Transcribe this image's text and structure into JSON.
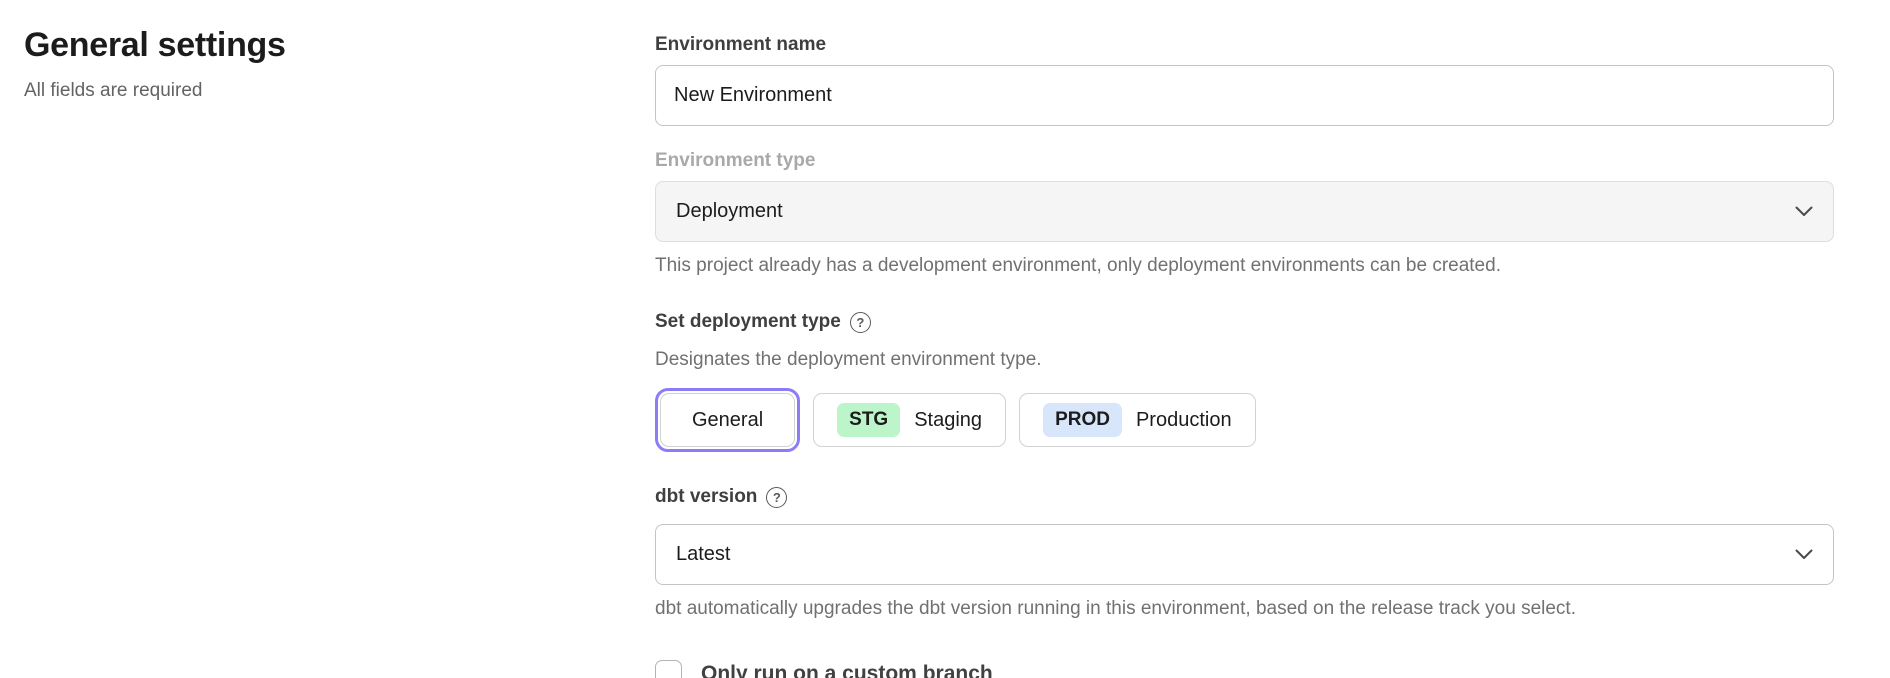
{
  "page": {
    "title": "General settings",
    "subtitle": "All fields are required"
  },
  "icons": {
    "help": "?"
  },
  "form": {
    "environment_name": {
      "label": "Environment name",
      "value": "New Environment"
    },
    "environment_type": {
      "label": "Environment type",
      "value": "Deployment",
      "disabled": true,
      "helper": "This project already has a development environment, only deployment environments can be created."
    },
    "deployment_type": {
      "label": "Set deployment type",
      "helper": "Designates the deployment environment type.",
      "options": [
        {
          "label": "General",
          "badge": "",
          "selected": true
        },
        {
          "label": "Staging",
          "badge": "STG",
          "badge_color": "#bdf5cb",
          "selected": false
        },
        {
          "label": "Production",
          "badge": "PROD",
          "badge_color": "#d8e6fb",
          "selected": false
        }
      ]
    },
    "dbt_version": {
      "label": "dbt version",
      "value": "Latest",
      "helper": "dbt automatically upgrades the dbt version running in this environment, based on the release track you select."
    },
    "custom_branch": {
      "label": "Only run on a custom branch",
      "checked": false
    }
  },
  "colors": {
    "selected_ring": "#8b7cf7",
    "stg_badge": "#bdf5cb",
    "prod_badge": "#d8e6fb",
    "disabled_field_bg": "#f5f5f5"
  }
}
